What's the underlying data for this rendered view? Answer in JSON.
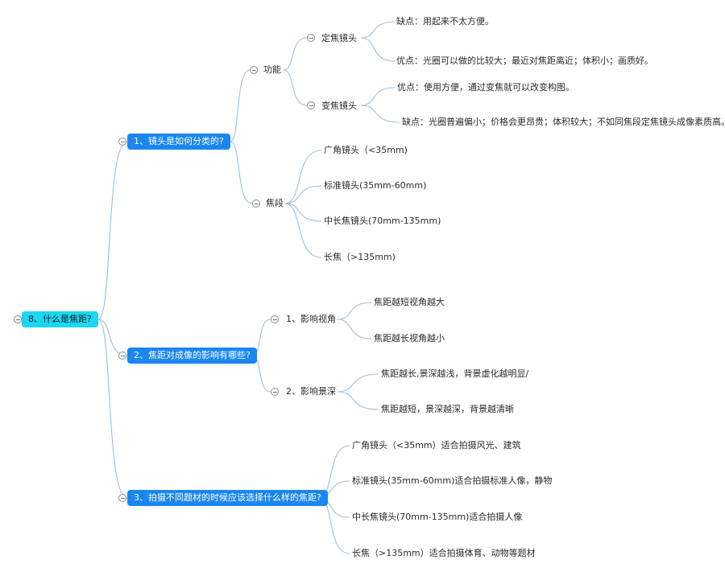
{
  "root": {
    "label": "8、什么是焦距?"
  },
  "topics": {
    "t1": {
      "label": "1、镜头是如何分类的?"
    },
    "t2": {
      "label": "2、焦距对成像的影响有哪些?"
    },
    "t3": {
      "label": "3、拍摄不同题材的时候应该选择什么样的焦距?"
    }
  },
  "t1": {
    "function": {
      "label": "功能",
      "prime": {
        "label": "定焦镜头",
        "cons": "缺点：用起来不太方便。",
        "pros": "优点：光圈可以做的比较大；最近对焦距离近；体积小；画质好。"
      },
      "zoom": {
        "label": "变焦镜头",
        "pros": "优点：使用方便，通过变焦就可以改变构图。",
        "cons": "缺点：光圈普遍偏小；价格会更昂贵；体积较大；不如同焦段定焦镜头成像素质高。"
      }
    },
    "focal": {
      "label": "焦段",
      "items": [
        "广角镜头（<35mm)",
        "标准镜头(35mm-60mm)",
        "中长焦镜头(70mm-135mm)",
        "长焦（>135mm)"
      ]
    }
  },
  "t2": {
    "view": {
      "label": "1、影响视角",
      "items": [
        "焦距越短视角越大",
        "焦距越长视角越小"
      ]
    },
    "dof": {
      "label": "2、影响景深",
      "items": [
        "焦距越长,景深越浅，背景虚化越明显/",
        "焦距越短，景深越深，背景越清晰"
      ]
    }
  },
  "t3": {
    "items": [
      "广角镜头（<35mm）适合拍摄风光、建筑",
      "标准镜头(35mm-60mm)适合拍摄标准人像，静物",
      "中长焦镜头(70mm-135mm)适合拍摄人像",
      "长焦（>135mm）适合拍摄体育、动物等题材"
    ]
  }
}
